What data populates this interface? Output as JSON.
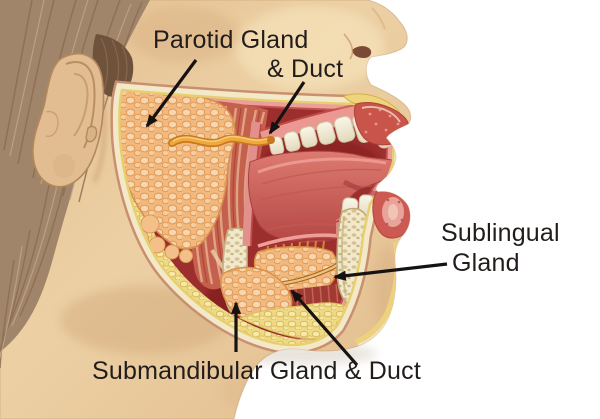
{
  "figure": {
    "type": "anatomical-diagram",
    "subject": "Salivary glands of the head, cutaway side profile",
    "background_color": "#ffffff",
    "label_color": "#221d1b",
    "arrow_color": "#171212"
  },
  "labels": {
    "parotid": {
      "line1": "Parotid Gland",
      "line2": "& Duct"
    },
    "sublingual": {
      "line1": "Sublingual",
      "line2": "Gland"
    },
    "submandibular": {
      "line1": "Submandibular Gland & Duct"
    }
  },
  "arrows": [
    {
      "label": "Parotid Gland",
      "points_to": "parotid gland"
    },
    {
      "label": "& Duct",
      "points_to": "parotid duct"
    },
    {
      "label": "Sublingual Gland",
      "points_to": "sublingual gland"
    },
    {
      "label": "Submandibular Gland & Duct",
      "points_to": "submandibular gland"
    },
    {
      "label": "Submandibular Gland & Duct",
      "points_to": "submandibular duct"
    }
  ],
  "colors": {
    "skin": "#e9c99c",
    "skin_highlight": "#f7e3bb",
    "skin_shadow": "#c99e70",
    "hair": "#a1856a",
    "oral_cavity": "#9c2e2e",
    "muscle": "#c4604c",
    "gland": "#f2b87e",
    "fat": "#f2dd8e",
    "tongue": "#cf5f5c",
    "teeth": "#f6f1de",
    "bone": "#f1e9ce",
    "duct": "#e8952f",
    "cut_edge_cream": "#f3e8c8",
    "cut_edge_yellow": "#e6cf6e",
    "mucosa_pink": "#ec9e98"
  }
}
